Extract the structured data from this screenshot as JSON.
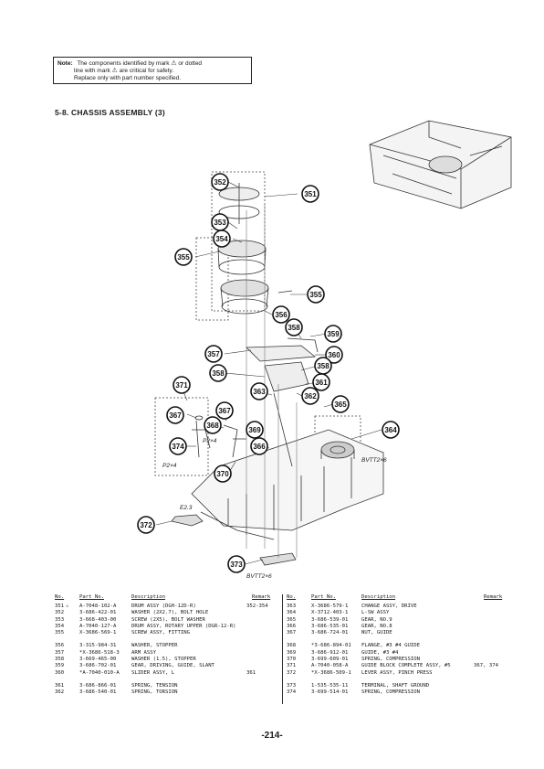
{
  "note": {
    "label": "Note:",
    "line1": "The components identified by mark",
    "line1_end": "or dotted",
    "line2": "line with mark",
    "line2_end": "are critical for safety.",
    "line3": "Replace only with part number specified.",
    "warning_icon": "warning-triangle-icon"
  },
  "section_title": "5-8.  CHASSIS ASSEMBLY (3)",
  "diagram": {
    "callouts": [
      "351",
      "352",
      "353",
      "354",
      "355",
      "355",
      "356",
      "358",
      "359",
      "360",
      "357",
      "358",
      "361",
      "358",
      "362",
      "363",
      "365",
      "364",
      "367",
      "367",
      "371",
      "368",
      "369",
      "374",
      "366",
      "370",
      "372",
      "373"
    ],
    "screw_labels": [
      "P2×4",
      "P2×4",
      "BVTT2×6",
      "BVTT2×6",
      "E2.3"
    ]
  },
  "table": {
    "headers": {
      "no": "No.",
      "part_no": "Part No.",
      "description": "Description",
      "remark": "Remark"
    },
    "left_groups": [
      [
        {
          "no": "351",
          "part": "A-7048-102-A",
          "desc": "DRUM ASSY (DGH-12D-R)",
          "remark": "352-354",
          "mark": "⚠"
        },
        {
          "no": "352",
          "part": "3-686-422-01",
          "desc": "WASHER (2X2.7), BOLT HOLE",
          "remark": "",
          "mark": ""
        },
        {
          "no": "353",
          "part": "3-668-403-00",
          "desc": "SCREW (2X5), BOLT WASHER",
          "remark": "",
          "mark": ""
        },
        {
          "no": "354",
          "part": "A-7040-127-A",
          "desc": "DRUM ASSY, ROTARY UPPER (DGR-12-R)",
          "remark": "",
          "mark": ""
        },
        {
          "no": "355",
          "part": "X-3686-569-1",
          "desc": "SCREW ASSY, FITTING",
          "remark": "",
          "mark": ""
        }
      ],
      [
        {
          "no": "356",
          "part": "3-315-984-31",
          "desc": "WASHER, STOPPER",
          "remark": "",
          "mark": ""
        },
        {
          "no": "357",
          "part": "*X-3686-518-3",
          "desc": "ARM ASSY",
          "remark": "",
          "mark": ""
        },
        {
          "no": "358",
          "part": "3-669-465-00",
          "desc": "WASHER (1.5), STOPPER",
          "remark": "",
          "mark": ""
        },
        {
          "no": "359",
          "part": "3-686-702-01",
          "desc": "GEAR, DRIVING, GUIDE, SLANT",
          "remark": "",
          "mark": ""
        },
        {
          "no": "360",
          "part": "*A-7040-010-A",
          "desc": "SLIDER ASSY, L",
          "remark": "361",
          "mark": ""
        }
      ],
      [
        {
          "no": "361",
          "part": "3-686-866-01",
          "desc": "SPRING, TENSION",
          "remark": "",
          "mark": ""
        },
        {
          "no": "362",
          "part": "3-686-540-01",
          "desc": "SPRING, TORSION",
          "remark": "",
          "mark": ""
        }
      ]
    ],
    "right_groups": [
      [
        {
          "no": "363",
          "part": "X-3686-579-1",
          "desc": "CHANGE ASSY, DRIVE",
          "remark": ""
        },
        {
          "no": "364",
          "part": "X-3712-403-1",
          "desc": "L-SW ASSY",
          "remark": ""
        },
        {
          "no": "365",
          "part": "3-686-539-01",
          "desc": "GEAR, NO.9",
          "remark": ""
        },
        {
          "no": "366",
          "part": "3-686-535-01",
          "desc": "GEAR, NO.8",
          "remark": ""
        },
        {
          "no": "367",
          "part": "3-686-724-01",
          "desc": "NUT, GUIDE",
          "remark": ""
        }
      ],
      [
        {
          "no": "368",
          "part": "*3-686-894-01",
          "desc": "FLANGE, #3 #4 GUIDE",
          "remark": ""
        },
        {
          "no": "369",
          "part": "3-686-912-01",
          "desc": "GUIDE, #3 #4",
          "remark": ""
        },
        {
          "no": "370",
          "part": "3-699-609-01",
          "desc": "SPRING, COMPRESSION",
          "remark": ""
        },
        {
          "no": "371",
          "part": "A-7040-058-A",
          "desc": "GUIDE BLOCK COMPLETE ASSY, #5",
          "remark": "367, 374"
        },
        {
          "no": "372",
          "part": "*X-3686-509-1",
          "desc": "LEVER ASSY, PINCH PRESS",
          "remark": ""
        }
      ],
      [
        {
          "no": "373",
          "part": "1-535-535-11",
          "desc": "TERMINAL, SHAFT GROUND",
          "remark": ""
        },
        {
          "no": "374",
          "part": "3-699-514-01",
          "desc": "SPRING, COMPRESSION",
          "remark": ""
        }
      ]
    ]
  },
  "page_number": "-214-"
}
